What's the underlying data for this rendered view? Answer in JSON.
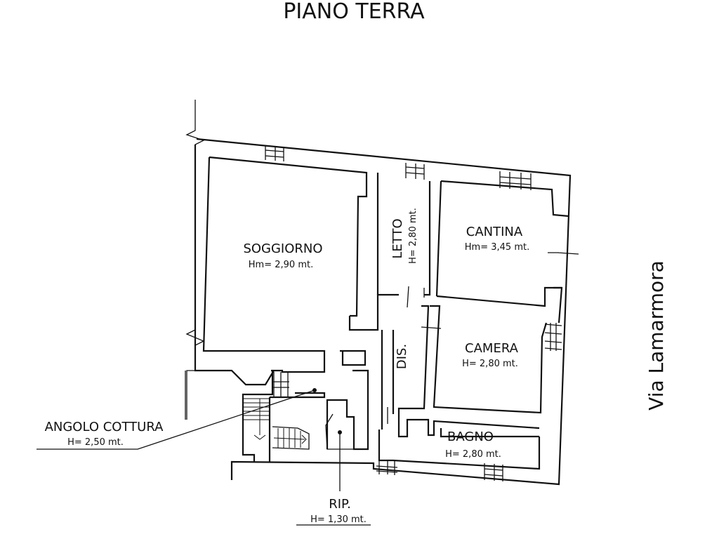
{
  "title": "PIANO TERRA",
  "street": "Via Lamarmora",
  "rooms": {
    "soggiorno": {
      "name": "SOGGIORNO",
      "height": "Hm= 2,90 mt."
    },
    "letto": {
      "name": "LETTO",
      "height": "H= 2,80 mt."
    },
    "cantina": {
      "name": "CANTINA",
      "height": "Hm= 3,45 mt."
    },
    "camera": {
      "name": "CAMERA",
      "height": "H= 2,80 mt."
    },
    "dis": {
      "name": "DIS."
    },
    "bagno": {
      "name": "BAGNO",
      "height": "H= 2,80 mt."
    },
    "angolo_cottura": {
      "name": "ANGOLO COTTURA",
      "height": "H= 2,50 mt."
    },
    "rip": {
      "name": "RIP.",
      "height": "H= 1,30 mt."
    }
  }
}
